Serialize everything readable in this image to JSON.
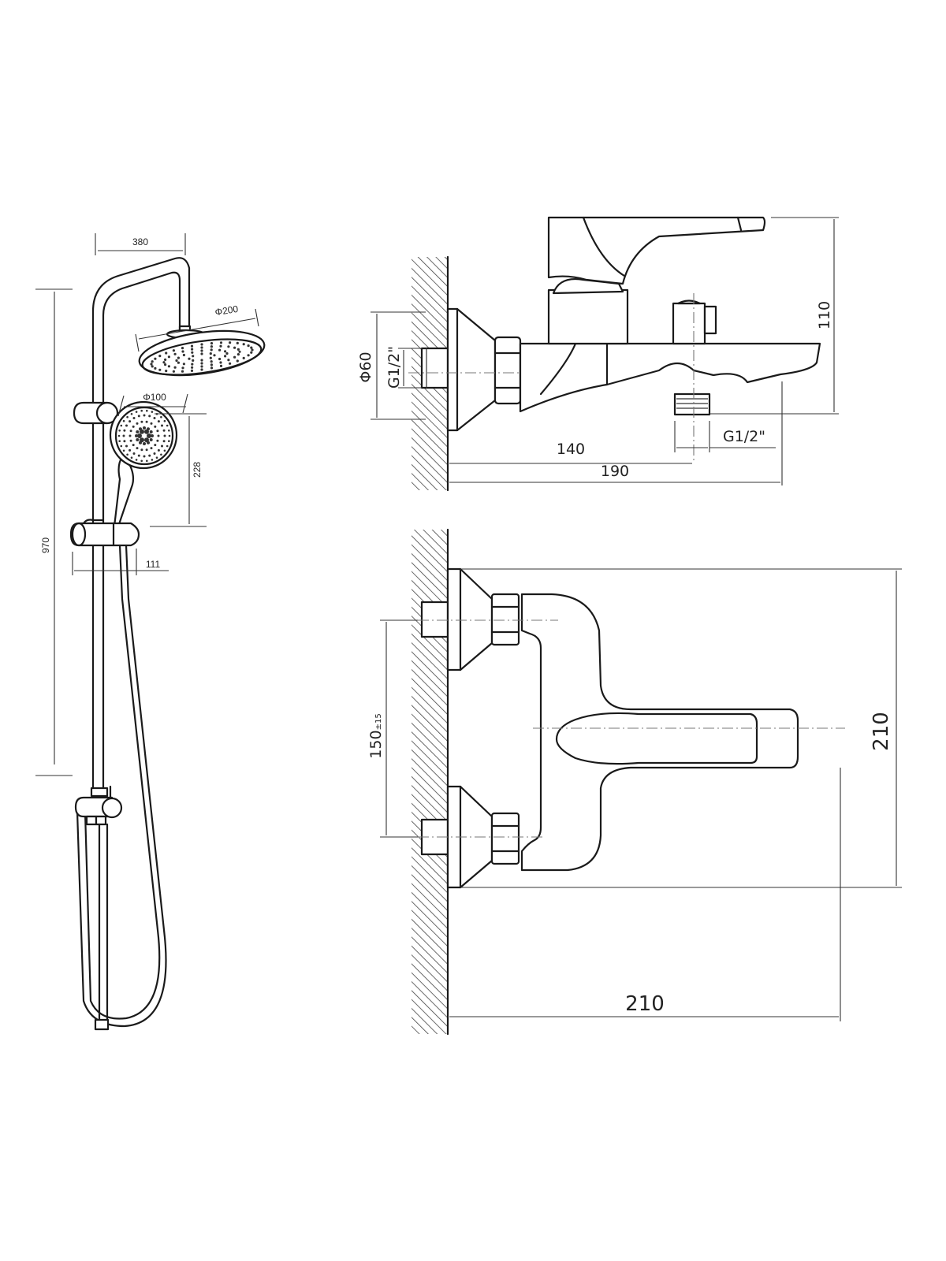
{
  "drawing": {
    "title": "Shower set and wall-mounted bath mixer — dimension drawing",
    "colors": {
      "line": "#1a1a1a",
      "dimension": "#333333",
      "centerline": "#777777",
      "background": "#ffffff"
    }
  },
  "shower_set": {
    "label_arm_reach": "380",
    "label_rain_head_diameter": "Φ200",
    "label_hand_shower_diameter": "Φ100",
    "label_hand_shower_height": "228",
    "label_total_height": "970",
    "label_holder_depth": "111"
  },
  "mixer_side_view": {
    "label_flange_diameter": "Φ60",
    "label_inlet_thread": "G1/2\"",
    "label_outlet_thread": "G1/2\"",
    "label_outlet_distance": "140",
    "label_spout_length": "190",
    "label_height": "110"
  },
  "mixer_top_view": {
    "label_inlet_spacing": "150",
    "label_inlet_spacing_tolerance": "±15",
    "label_depth": "210",
    "label_width": "210"
  }
}
